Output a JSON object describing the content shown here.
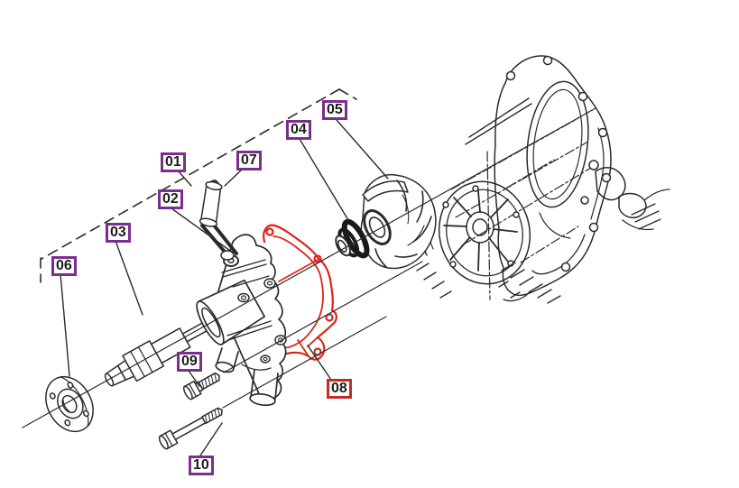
{
  "diagram": {
    "type": "exploded-parts-diagram",
    "background_color": "#ffffff",
    "line_color": "#2b2b2b",
    "highlight_color": "#dd2418",
    "label_box_color": "#7b2e8b",
    "label_box_highlight_color": "#c42b23",
    "label_text_color": "#1d1d1d",
    "highlighted_callout": "08",
    "callouts": [
      {
        "text": "01",
        "highlighted": false
      },
      {
        "text": "02",
        "highlighted": false
      },
      {
        "text": "03",
        "highlighted": false
      },
      {
        "text": "04",
        "highlighted": false
      },
      {
        "text": "05",
        "highlighted": false
      },
      {
        "text": "06",
        "highlighted": false
      },
      {
        "text": "07",
        "highlighted": false
      },
      {
        "text": "08",
        "highlighted": true
      },
      {
        "text": "09",
        "highlighted": false
      },
      {
        "text": "10",
        "highlighted": false
      }
    ]
  }
}
